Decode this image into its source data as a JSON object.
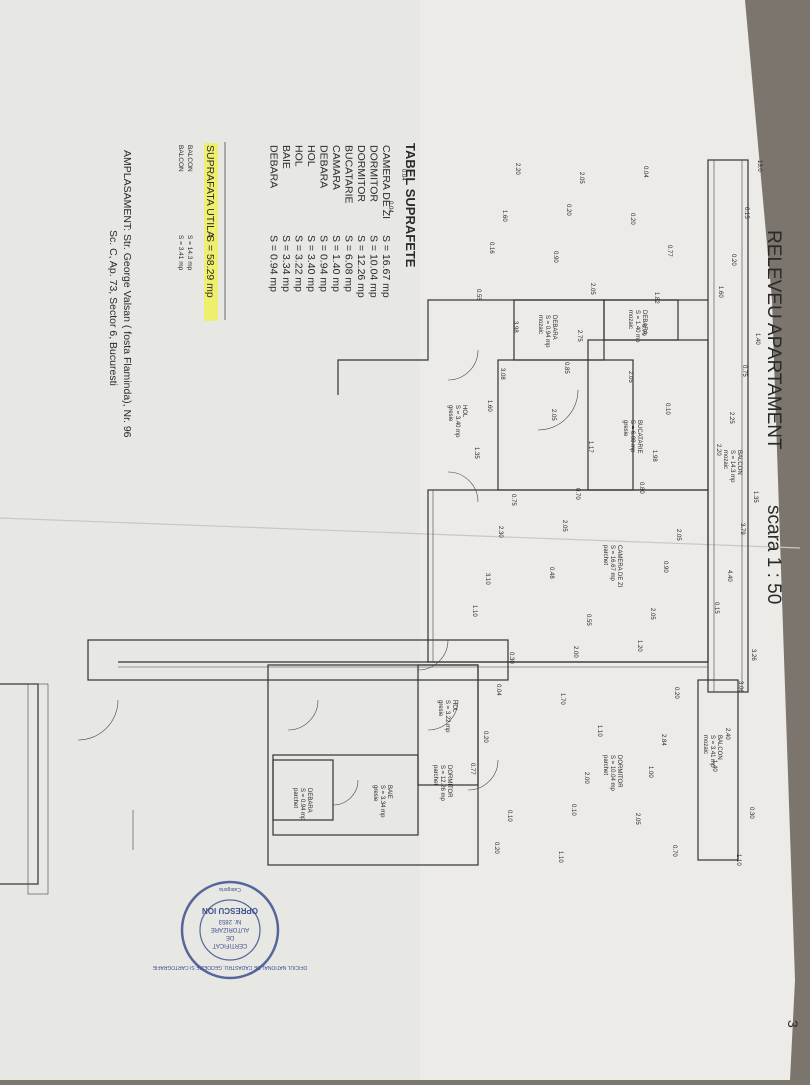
{
  "document": {
    "title": "RELEVEU APARTAMENT",
    "scale": "scara 1 : 50",
    "page_number": "3",
    "table_heading": "TABEL SUPRAFETE",
    "surfaces": [
      {
        "name": "CAMERA DE ZI",
        "value": "S = 16.67 mp"
      },
      {
        "name": "DORMITOR",
        "value": "S = 10.04 mp"
      },
      {
        "name": "DORMITOR",
        "value": "S = 12.26 mp"
      },
      {
        "name": "BUCATARIE",
        "value": "S = 6.08 mp"
      },
      {
        "name": "CAMARA",
        "value": "S = 1.40 mp"
      },
      {
        "name": "DEBARA",
        "value": "S = 0.94 mp"
      },
      {
        "name": "HOL",
        "value": "S = 3.40 mp"
      },
      {
        "name": "HOL",
        "value": "S = 3.22 mp"
      },
      {
        "name": "BAIE",
        "value": "S = 3.34 mp"
      },
      {
        "name": "DEBARA",
        "value": "S = 0.94 mp"
      }
    ],
    "useful_area": {
      "label": "SUPRAFATA UTILA",
      "value": "S = 58.29 mp"
    },
    "balconies": [
      {
        "name": "BALCON",
        "value": "S = 14.3 mp"
      },
      {
        "name": "BALCON",
        "value": "S = 3.41 mp"
      }
    ],
    "location_line1": "AMPLASAMENT: Str. George Valsan ( fosta Flaminda), Nr. 96",
    "location_line2": "Sc. C, Ap. 73, Sector 6, Bucuresti",
    "stamp": {
      "line_top": "OFICIUL NATIONAL DE CADASTRU, GEODEZIE SI CARTOGRAFIE",
      "line1": "CERTIFICAT",
      "line2": "DE",
      "line3": "AUTORIZARE",
      "line4": "Nr. 2853",
      "name": "OPRESCU ION",
      "bottom": "Categoria"
    }
  },
  "plan": {
    "rooms": [
      {
        "l1": "BALCON",
        "l2": "S = 14.3 mp",
        "l3": "mozaic"
      },
      {
        "l1": "BUCATARIE",
        "l2": "S = 6.08 mp",
        "l3": "gresie"
      },
      {
        "l1": "DEBARA",
        "l2": "S = 1.40 mp",
        "l3": "mozaic"
      },
      {
        "l1": "DEBARA",
        "l2": "S = 0.94 mp",
        "l3": "mozaic"
      },
      {
        "l1": "HOL",
        "l2": "S = 3.40 mp",
        "l3": "gresie"
      },
      {
        "l1": "CAMERA DE ZI",
        "l2": "S = 16.67 mp",
        "l3": "parchet"
      },
      {
        "l1": "HOL",
        "l2": "S = 3.22 mp",
        "l3": "gresie"
      },
      {
        "l1": "DORMITOR",
        "l2": "S = 10.04 mp",
        "l3": "parchet"
      },
      {
        "l1": "DORMITOR",
        "l2": "S = 12.26 mp",
        "l3": "parchet"
      },
      {
        "l1": "BAIE",
        "l2": "S = 3.34 mp",
        "l3": "gresie"
      },
      {
        "l1": "DEBARA",
        "l2": "S = 0.94 mp",
        "l3": "parchet"
      },
      {
        "l1": "BALCON",
        "l2": "S = 3.41 mp",
        "l3": "mozaic"
      }
    ],
    "dims": [
      "13.0",
      "0.15",
      "0.20",
      "1.60",
      "1.40",
      "0.75",
      "2.25",
      "2.20",
      "1.35",
      "3.79",
      "4.40",
      "0.15",
      "3.26",
      "3.06",
      "2.40",
      "1.40",
      "0.30",
      "1.10",
      "0.04",
      "0.20",
      "0.77",
      "1.82",
      "0.70",
      "2.05",
      "0.10",
      "1.98",
      "0.80",
      "2.05",
      "0.90",
      "2.05",
      "1.20",
      "0.20",
      "2.84",
      "1.00",
      "2.05",
      "0.70",
      "2.05",
      "0.20",
      "0.90",
      "2.05",
      "2.75",
      "0.85",
      "2.05",
      "1.17",
      "0.70",
      "2.05",
      "0.48",
      "0.55",
      "2.00",
      "1.70",
      "1.10",
      "2.00",
      "0.10",
      "1.10",
      "2.20",
      "1.60",
      "0.16",
      "0.55",
      "3.98",
      "3.08",
      "1.60",
      "1.35",
      "0.75",
      "2.30",
      "3.10",
      "1.10",
      "0.30",
      "0.04",
      "0.20",
      "0.77",
      "0.10",
      "0.20",
      "0.04",
      "0.04"
    ]
  }
}
